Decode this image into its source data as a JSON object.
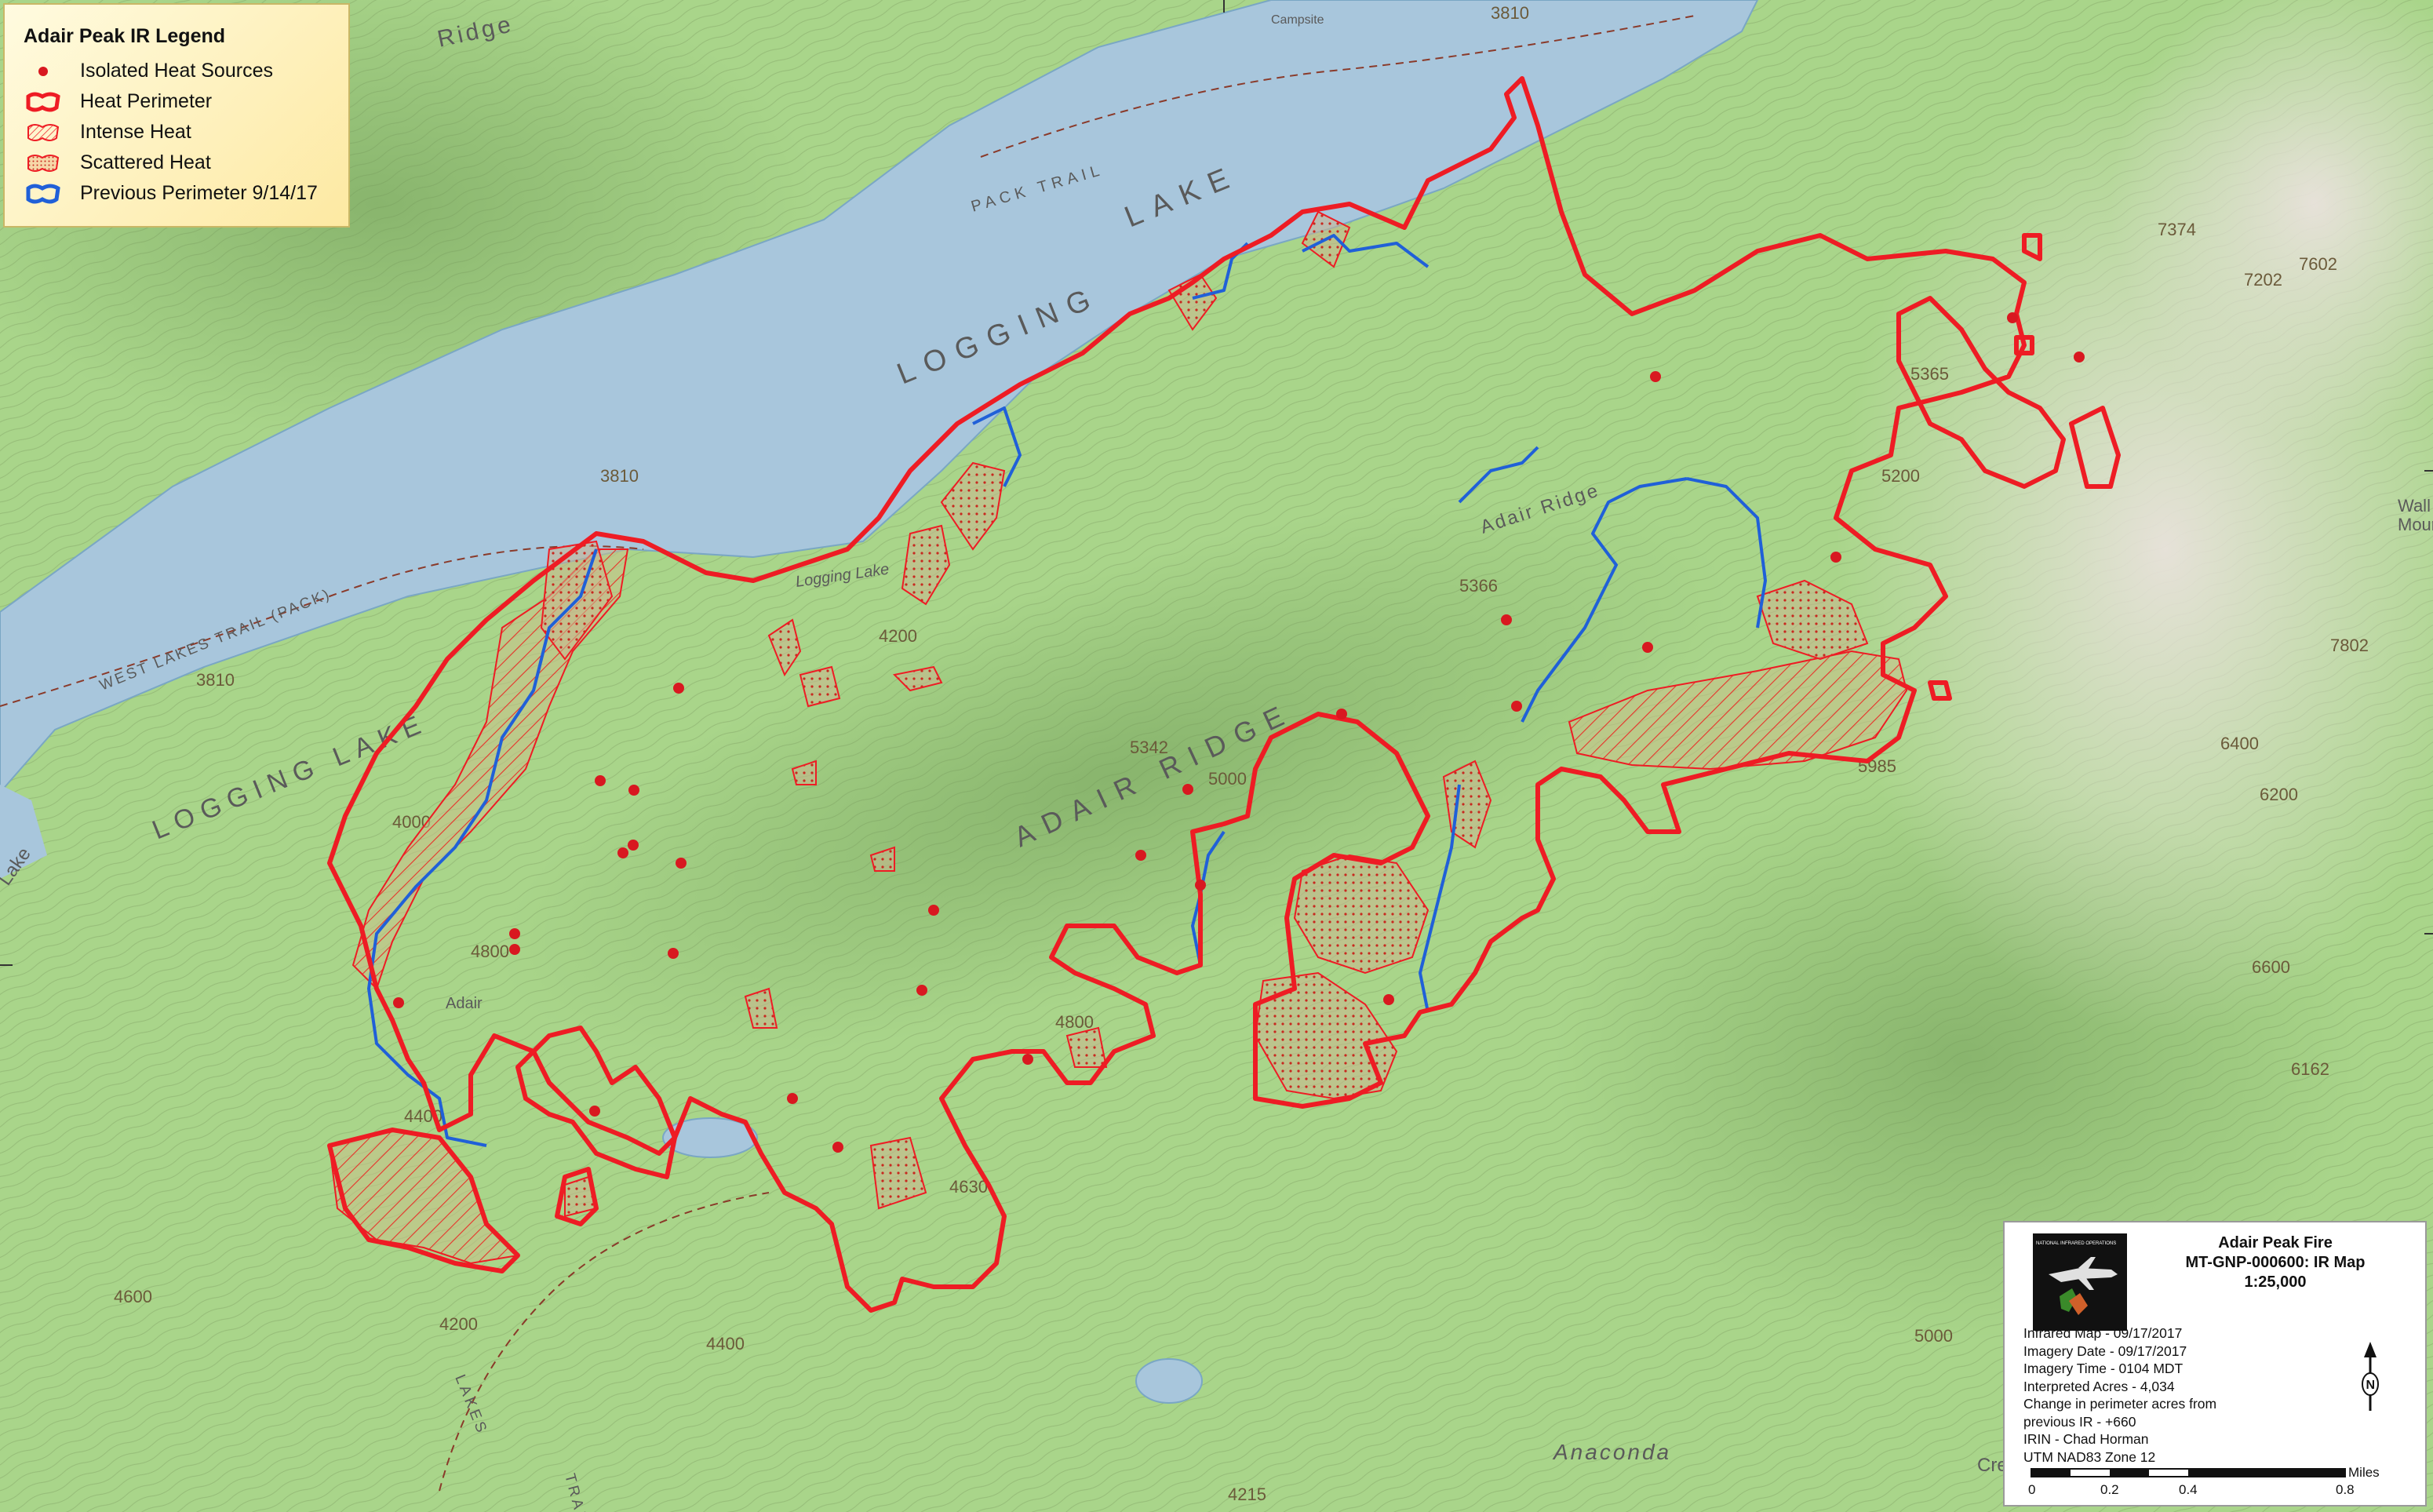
{
  "map": {
    "water_labels": [
      "LOGGING LAKE",
      "LOGGING",
      "LAKE",
      "Logging Lake",
      "Lake"
    ],
    "terrain_labels": [
      "ADAIR RIDGE",
      "Adair Ridge",
      "Ridge",
      "Anaconda",
      "Adair",
      "Wall G",
      "Mount",
      "Cre"
    ],
    "trail_labels": [
      "PACK TRAIL",
      "WEST LAKES TRAIL (PACK)",
      "LAKES",
      "TRAIL",
      "Campsite"
    ],
    "elevations": [
      "3810",
      "3810",
      "3810",
      "4000",
      "4200",
      "4400",
      "4800",
      "5000",
      "5200",
      "5365",
      "5366",
      "5342",
      "5985",
      "6400",
      "6200",
      "6600",
      "7202",
      "7374",
      "7602",
      "7802",
      "4215",
      "4630",
      "4800",
      "6162",
      "4600",
      "4200",
      "4400",
      "5000"
    ],
    "colors": {
      "terrain": "#a9d58a",
      "water": "#a8c6dc",
      "heat_perimeter": "#ee1c24",
      "previous_perimeter": "#2060d8",
      "heat_source": "#d81820"
    }
  },
  "legend": {
    "title": "Adair Peak IR Legend",
    "items": [
      {
        "label": "Isolated Heat Sources",
        "icon": "dot-icon"
      },
      {
        "label": "Heat Perimeter",
        "icon": "red-perimeter-icon"
      },
      {
        "label": "Intense Heat",
        "icon": "hatched-icon"
      },
      {
        "label": "Scattered Heat",
        "icon": "dotted-icon"
      },
      {
        "label": "Previous Perimeter 9/14/17",
        "icon": "blue-perimeter-icon"
      }
    ]
  },
  "info": {
    "title_lines": [
      "Adair Peak Fire",
      "MT-GNP-000600: IR Map",
      "1:25,000"
    ],
    "details": [
      "Infrared Map - 09/17/2017",
      "Imagery Date - 09/17/2017",
      "Imagery Time - 0104 MDT",
      "Interpreted Acres - 4,034",
      "Change in perimeter acres from",
      "previous IR - +660",
      "IRIN - Chad Horman",
      "UTM NAD83 Zone 12"
    ],
    "scale": {
      "ticks": [
        "0",
        "0.2",
        "0.4",
        "0.8"
      ],
      "unit": "Miles"
    },
    "north_label": "N",
    "logo_label": "NATIONAL INFRARED OPERATIONS"
  }
}
